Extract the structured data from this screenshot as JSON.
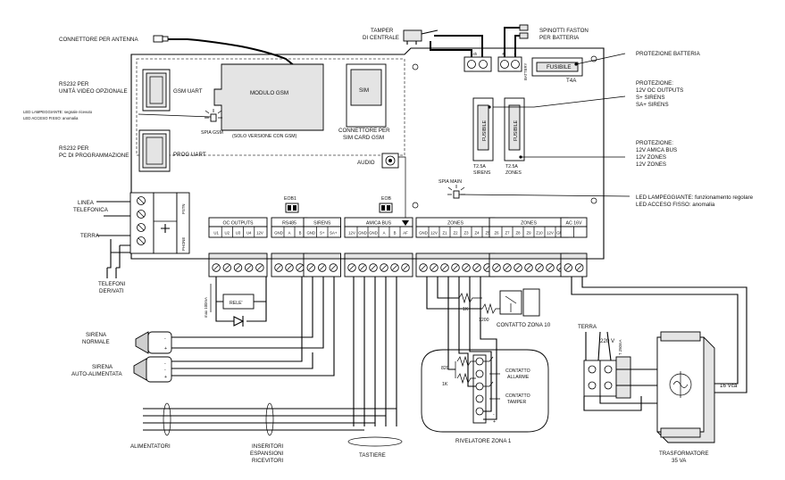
{
  "labels": {
    "antenna": "CONNETTORE PER ANTENNA",
    "tamper_1": "TAMPER",
    "tamper_2": "DI CENTRALE",
    "faston_1": "SPINOTTI FASTON",
    "faston_2": "PER BATTERIA",
    "prot_batt": "PROTEZIONE BATTERIA",
    "rs232_video_1": "RS232 PER",
    "rs232_video_2": "UNITÀ VIDEO OPZIONALE",
    "gsm_uart": "GSM UART",
    "modulo_gsm": "MODULO GSM",
    "sim": "SIM",
    "fusibile_batt": "FUSIBILE",
    "t4a": "T4A",
    "battery": "BATTERY",
    "v24": "24h",
    "led_gsm_1": "LED LAMPEGGIANTE: segnale ricevuto",
    "led_gsm_2": "LED ACCESO FISSO: anomalia",
    "spia_gsm": "SPIA GSM",
    "solo_gsm": "(SOLO VERSIONE CON GSM)",
    "conn_sim_1": "CONNETTORE PER",
    "conn_sim_2": "SIM CARD GSM",
    "prot_out_1": "PROTEZIONE:",
    "prot_out_2": "12V  OC OUTPUTS",
    "prot_out_3": "S+    SIRENS",
    "prot_out_4": "SA+  SIRENS",
    "rs232_pc_1": "RS232 PER",
    "rs232_pc_2": "PC DI PROGRAMMAZIONE",
    "prog_uart": "PROG UART",
    "fuse_sirens_1": "FUSIBILE",
    "fuse_sirens_2": "T2.5A",
    "fuse_sirens_3": "SIRENS",
    "fuse_zones_1": "FUSIBILE",
    "fuse_zones_2": "T2.5A",
    "fuse_zones_3": "ZONES",
    "prot_bus_1": "PROTEZIONE:",
    "prot_bus_2": "12V  AMICA BUS",
    "prot_bus_3": "12V  ZONES",
    "prot_bus_4": "12V  ZONES",
    "audio": "AUDIO",
    "spia_main": "SPIA MAIN",
    "led_main_1": "LED LAMPEGGIANTE: funzionamento regolare",
    "led_main_2": "LED ACCESO FISSO: anomalia",
    "linea_1": "LINEA",
    "linea_2": "TELEFONICA",
    "terra": "TERRA",
    "pstn": "PSTN",
    "phone": "PHONE",
    "eob1": "EOB1",
    "eob": "EOB",
    "oc_outputs": "OC OUTPUTS",
    "rs485": "RS485",
    "sirens": "SIRENS",
    "amica_bus": "AMICA BUS",
    "zones_1": "ZONES",
    "zones_2": "ZONES",
    "ac16v": "AC 16V",
    "telefoni_1": "TELEFONI",
    "telefoni_2": "DERIVATI",
    "max100": "max 100mA",
    "rele": "RELE'",
    "r1k": "1K",
    "r1200": "1200",
    "contatto_zona10": "CONTATTO ZONA 10",
    "sirena_n_1": "SIRENA",
    "sirena_n_2": "NORMALE",
    "sirena_a_1": "SIRENA",
    "sirena_a_2": "AUTO-ALIMENTATA",
    "r820": "820",
    "r1k_b": "1K",
    "contatto_allarme_1": "CONTATTO",
    "contatto_allarme_2": "ALLARME",
    "contatto_tamper_1": "CONTATTO",
    "contatto_tamper_2": "TAMPER",
    "rivelatore": "RIVELATORE ZONA 1",
    "terra_2": "TERRA",
    "v220": "220 V",
    "t250": "T 250mA",
    "v16": "16 Vca",
    "alimentatori": "ALIMENTATORI",
    "inseritori_1": "INSERITORI",
    "inseritori_2": "ESPANSIONI",
    "inseritori_3": "RICEVITORI",
    "tastiere": "TASTIERE",
    "trasf_1": "TRASFORMATORE",
    "trasf_2": "35 VA"
  },
  "terminals": {
    "oc": [
      "U1",
      "U2",
      "U3",
      "U4",
      "12V"
    ],
    "rs485": [
      "GND",
      "A",
      "B"
    ],
    "sirens": [
      "GND",
      "S+",
      "SA+"
    ],
    "amica": [
      "12V",
      "GND",
      "GND",
      "A",
      "B",
      "AF"
    ],
    "zones_a": [
      "GND",
      "12V",
      "Z1",
      "Z2",
      "Z3",
      "Z4",
      "Z5"
    ],
    "zones_b": [
      "Z6",
      "Z7",
      "Z8",
      "Z9",
      "Z10",
      "12V",
      "GND"
    ]
  }
}
